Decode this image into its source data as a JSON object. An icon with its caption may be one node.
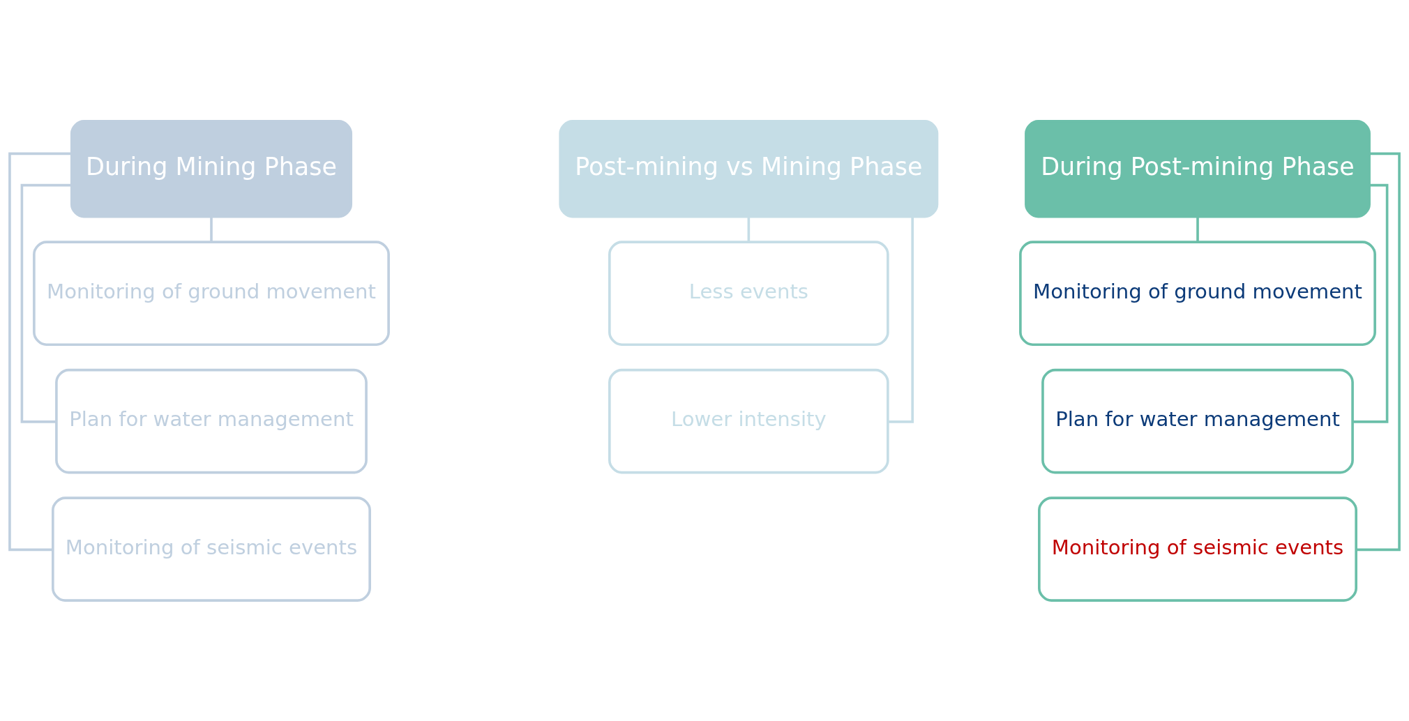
{
  "diagram": {
    "nodes": [
      {
        "text": [
          "During Mining Phase"
        ]
      },
      {
        "text": [
          "Monitoring of ground movement"
        ]
      },
      {
        "text": [
          "Plan for water management"
        ]
      },
      {
        "text": [
          "Monitoring of seismic events"
        ]
      },
      {
        "text": [
          "Post-mining vs Mining Phase"
        ]
      },
      {
        "text": [
          "Less events"
        ]
      },
      {
        "text": [
          "Lower intensity"
        ]
      },
      {
        "text": [
          "During Post-mining Phase"
        ]
      },
      {
        "text": [
          "Monitoring of ground movement"
        ]
      },
      {
        "text": [
          "Plan for water management"
        ]
      },
      {
        "text": [
          "Monitoring of seismic events"
        ]
      }
    ],
    "edges": [
      {
        "from": 0,
        "to": 1,
        "arrow": "none",
        "color": "#bfcfdf"
      },
      {
        "from": 0,
        "to": 2,
        "arrow": "none",
        "color": "#bfcfdf"
      },
      {
        "from": 0,
        "to": 3,
        "arrow": "none",
        "color": "#bfcfdf"
      },
      {
        "from": 4,
        "to": 5,
        "arrow": "none",
        "color": "#c5dde6"
      },
      {
        "from": 4,
        "to": 6,
        "arrow": "none",
        "color": "#c5dde6"
      },
      {
        "from": 7,
        "to": 8,
        "arrow": "none",
        "color": "#6bbfa9"
      },
      {
        "from": 7,
        "to": 9,
        "arrow": "none",
        "color": "#6bbfa9"
      },
      {
        "from": 7,
        "to": 10,
        "arrow": "none",
        "color": "#6bbfa9"
      }
    ]
  }
}
